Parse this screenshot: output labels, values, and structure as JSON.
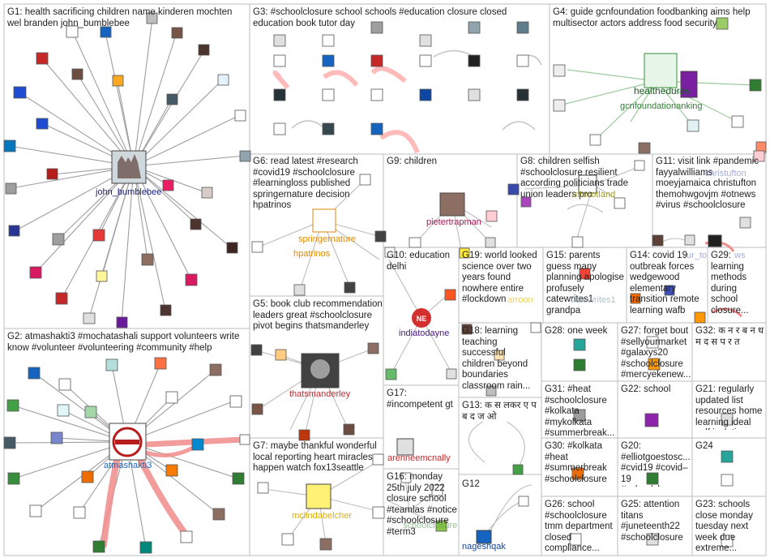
{
  "groups": [
    {
      "id": "G1",
      "title": "G1: health sacrificing children name kinderen mochten wel branden john_bumblebee"
    },
    {
      "id": "G2",
      "title": "G2: atmashakti3 #mochatashali support volunteers write know #volunteer #volunteering #community #help"
    },
    {
      "id": "G3",
      "title": "G3: #schoolclosure school schools #education closure closed education book tutor day"
    },
    {
      "id": "G4",
      "title": "G4: guide gcnfoundation foodbanking aims help multisector actors address food security"
    },
    {
      "id": "G5",
      "title": "G5: book club recommendation leaders great #schoolclosure pivot begins thatsmanderley"
    },
    {
      "id": "G6",
      "title": "G6: read latest #research #covid19 #schoolclosure #learningloss published springernature decision hpatrinos"
    },
    {
      "id": "G7",
      "title": "G7: maybe thankful wonderful local reporting heart miracles happen watch fox13seattle"
    },
    {
      "id": "G8",
      "title": "G8: children selfish #schoolclosure resilient according politicians trade union leaders pro"
    },
    {
      "id": "G9",
      "title": "G9: children"
    },
    {
      "id": "G10",
      "title": "G10: education delhi"
    },
    {
      "id": "G11",
      "title": "G11: visit link #pandemic fayyalwilliams moeyjamaica christufton themohwgovjm #otnews #virus #schoolclosure"
    },
    {
      "id": "G12",
      "title": "G12"
    },
    {
      "id": "G13",
      "title": "G13: क स लकर ए प ब द ज ओ"
    },
    {
      "id": "G14",
      "title": "G14: covid 19 outbreak forces wedgewood elementary transition remote learning wafb"
    },
    {
      "id": "G15",
      "title": "G15: parents guess many planning apologise profusely catewrites1 grandpa"
    },
    {
      "id": "G16",
      "title": "G16: monday 25th july 2022 closure school #teamlas #notice #schoolclosure #term3"
    },
    {
      "id": "G17",
      "title": "G17: #incompetent gt"
    },
    {
      "id": "G18",
      "title": "G18: learning teaching successful children beyond boundaries classroom rain..."
    },
    {
      "id": "G19",
      "title": "G19: world looked science over two years found nowhere entire #lockdown"
    },
    {
      "id": "G20",
      "title": "G20: #elliotgoestosc... #cvid19 #covid–19 #schoolclosure..."
    },
    {
      "id": "G21",
      "title": "G21: regularly updated list resources home learning ideal self isolation..."
    },
    {
      "id": "G22",
      "title": "G22: school"
    },
    {
      "id": "G23",
      "title": "G23: schools close monday tuesday next week due extreme..."
    },
    {
      "id": "G24",
      "title": "G24"
    },
    {
      "id": "G25",
      "title": "G25: attention titans #juneteenth22 #schoolclosure"
    },
    {
      "id": "G26",
      "title": "G26: school #schoolclosure tmm department closed compliance..."
    },
    {
      "id": "G27",
      "title": "G27: forget bout #sellyourmarket #galaxys20 #schoolclosure #mercyekenew..."
    },
    {
      "id": "G28",
      "title": "G28: one week"
    },
    {
      "id": "G29",
      "title": "G29: learning methods during school closure..."
    },
    {
      "id": "G30",
      "title": "G30: #kolkata #heat #summerbreak #schoolclosure"
    },
    {
      "id": "G31",
      "title": "G31: #heat #schoolclosure #kolkata #mykolkata #summerbreak..."
    },
    {
      "id": "G32",
      "title": "G32: क न र ब न ध म द स प र त"
    }
  ],
  "vertex_labels": [
    {
      "id": "john_bumblebee",
      "text": "john_bumblebee",
      "color": "#1a237e"
    },
    {
      "id": "atmashakti3",
      "text": "atmashakti3",
      "color": "#1565c0"
    },
    {
      "id": "healthedures",
      "text": "healthedures",
      "color": "#1b5e20"
    },
    {
      "id": "gcnfoundationanking",
      "text": "gcnfoundationanking",
      "color": "#2e7d32"
    },
    {
      "id": "springernature",
      "text": "springernature",
      "color": "#e08a00"
    },
    {
      "id": "hpatrinos",
      "text": "hpatrinos",
      "color": "#e08a00"
    },
    {
      "id": "thatsmanderley",
      "text": "thatsmanderley",
      "color": "#c62828"
    },
    {
      "id": "mclindabelcher",
      "text": "mclindabelcher",
      "color": "#e0b000"
    },
    {
      "id": "pietertrapman",
      "text": "pietertrapman",
      "color": "#ad1457"
    },
    {
      "id": "uftscotland",
      "text": "uftscotland",
      "color": "#9e9d24"
    },
    {
      "id": "indiatodayne",
      "text": "indiatodayne",
      "color": "#4a148c"
    },
    {
      "id": "nageshqak",
      "text": "nageshqak",
      "color": "#0d47a1"
    },
    {
      "id": "arenneemcnally",
      "text": "arenneemcnally",
      "color": "#c62828"
    },
    {
      "id": "schoolclosure",
      "text": "schoolclosure",
      "color": "#43a047"
    },
    {
      "id": "catewrites1",
      "text": "catewrites1",
      "color": "#90a4ae"
    },
    {
      "id": "arroon",
      "text": "arroon",
      "color": "#e0b000"
    },
    {
      "id": "christufton",
      "text": "christufton",
      "color": "#3949ab"
    },
    {
      "id": "ur_to",
      "text": "ur_to",
      "color": "#3949ab"
    },
    {
      "id": "ws",
      "text": "ws",
      "color": "#3949ab"
    }
  ],
  "icons": {
    "hub": "person-photo-icon",
    "logo_ne": "NE"
  }
}
